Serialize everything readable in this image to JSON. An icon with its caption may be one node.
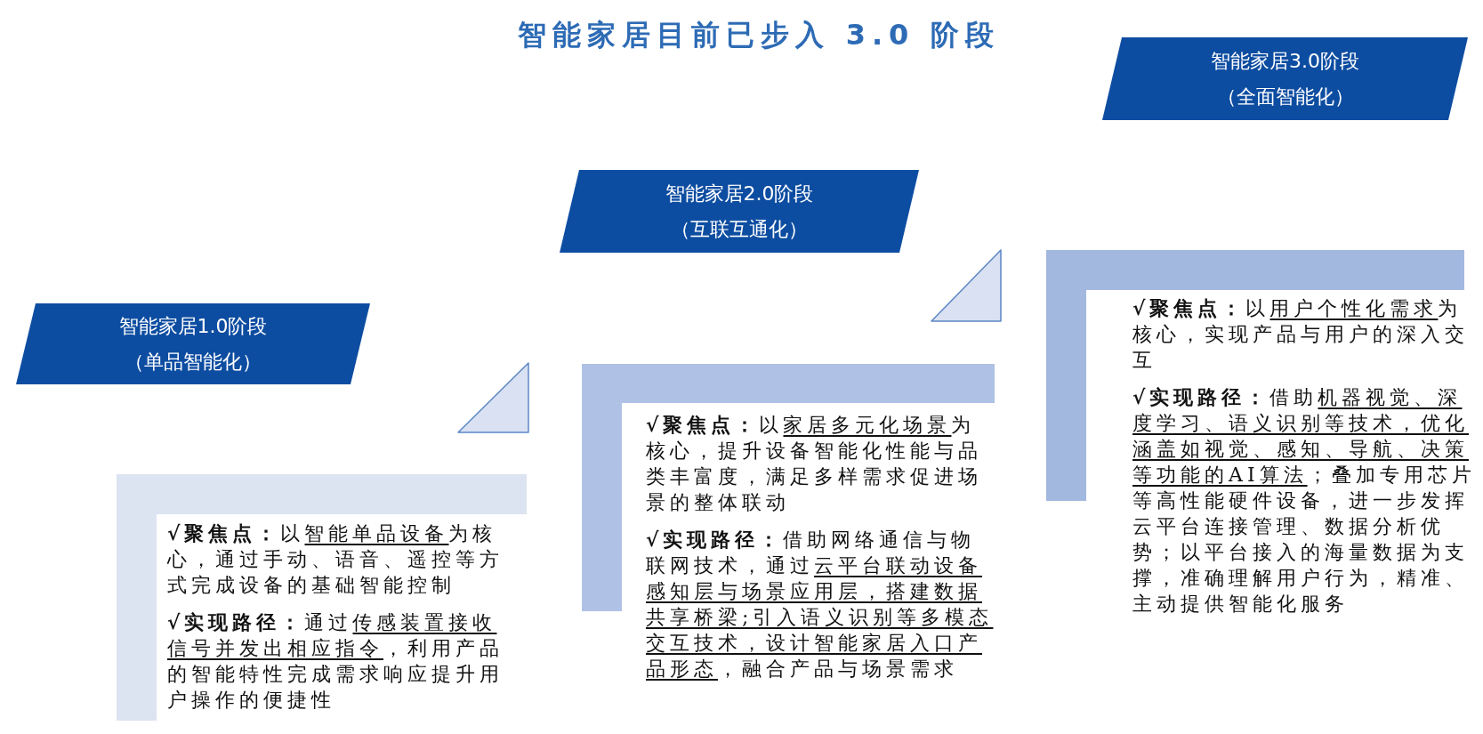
{
  "diagram": {
    "title": "智能家居目前已步入 3.0 阶段",
    "nodes": [
      {
        "text": [
          "智能家居1.0阶段",
          "（单品智能化）"
        ]
      },
      {
        "text": [],
        "shape": "triangle"
      },
      {
        "text": [
          "**√聚焦点：**以智能单品设备为核心，通过手动、语音、遥控等方式完成设备的基础智能控制",
          "**√实现路径：**通过传感装置接收信号并发出相应指令，利用产品的智能特性完成需求响应提升用户操作的便捷性"
        ]
      },
      {
        "text": [
          "智能家居2.0阶段",
          "（互联互通化）"
        ]
      },
      {
        "text": [],
        "shape": "triangle"
      },
      {
        "text": [
          "**√聚焦点：**以家居多元化场景为核心，提升设备智能化性能与品类丰富度，满足多样需求促进场景的整体联动",
          "**√实现路径：**借助网络通信与物联网技术，通过云平台联动设备感知层与场景应用层，搭建数据共享桥梁;引入语义识别等多模态交互技术，设计智能家居入口产品形态，融合产品与场景需求"
        ]
      },
      {
        "text": [
          "智能家居3.0阶段",
          "（全面智能化）"
        ]
      },
      {
        "text": [
          "**√聚焦点：**以用户个性化需求为核心，实现产品与用户的深入交互",
          "**√实现路径：**借助机器视觉、深度学习、语义识别等技术，优化涵盖如视觉、感知、导航、决策等功能的AI算法；叠加专用芯片等高性能硬件设备，进一步发挥云平台连接管理、数据分析优势；以平台接入的海量数据为支撑，准确理解用户行为，精准、主动提供智能化服务"
        ]
      }
    ]
  }
}
